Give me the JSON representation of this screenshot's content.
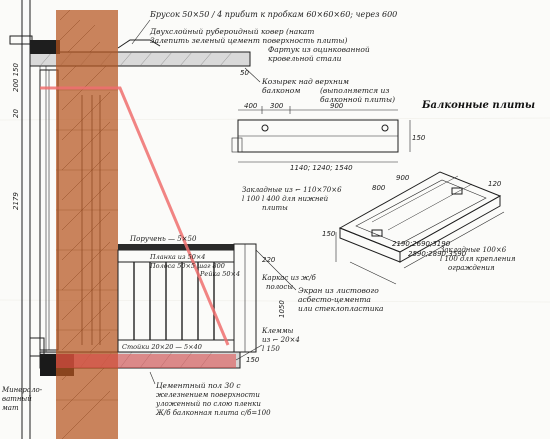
{
  "drawing": {
    "colors": {
      "wall_overlay": "#b5541f",
      "indicator_line": "#ef6e6e",
      "slab_highlight": "#e04a4a",
      "ink": "#1f1f1f",
      "paper": "#fbfbf9"
    },
    "top_notes": {
      "n1": "Брусок 50×50 / 4 прибит к пробкам 60×60×60; через 600",
      "n2": "Двухслойный рубероидный ковер (накат",
      "n3": "Залепить зеленый цемент поверхность плиты)",
      "n4": "Фартук из оцинкованной",
      "n5": "кровельной стали"
    },
    "dim_top_plate": "50",
    "canopy_notes": {
      "line1": "Козырек над верхним",
      "line2": "балконом",
      "line3": "(выполняется из",
      "line4": "балконной плиты)"
    },
    "plates_title": "Балконные плиты",
    "plate_dims": {
      "top": [
        "400",
        "300",
        "900"
      ],
      "bottom": "1140; 1240; 1540",
      "side": "150"
    },
    "plate_notes": {
      "p1": "Закладные из ⌐ 110×70×6",
      "p2": "l 100 l 400 для нижней",
      "p3": "плиты"
    },
    "iso_dims": {
      "a": "800",
      "b": "900",
      "c": "2190;2690;3190",
      "d": "2590;2890;3590",
      "e": "150",
      "f": "120"
    },
    "iso_notes": {
      "z1": "Закладные 100×6",
      "z2": "l 100 для крепления",
      "z3": "ограждения"
    },
    "left_dims": {
      "d1": "2179",
      "d2": "200 150",
      "d3": "20"
    },
    "railing_labels": {
      "handrail": "Поручень — 5×50",
      "bar_strip": "Планка из 50×4",
      "post": "Полоса 50×5 шаг 800",
      "rail": "Рейка 50×4",
      "bottom": "Стойки 20×20 — 5×40"
    },
    "railing_side_notes": {
      "s1": "220",
      "s2": "Каркас из ж/б",
      "s3": "полосы",
      "s4": "1050"
    },
    "screen_note": {
      "l1": "Экран из листового",
      "l2": "асбесто-цемента",
      "l3": "или стеклопластика"
    },
    "clamp_note": {
      "l1": "Клеммы",
      "l2": "из ⌐ 20×4",
      "l3": "l 150"
    },
    "bottom_notes": {
      "b1": "Цементный пол 30 с",
      "b2": "железнением поверхности",
      "b3": "уложенный по слою пленки",
      "b4": "Ж/б балконная плита с/б=100"
    },
    "left_bottom_note": {
      "l1": "Минерало-",
      "l2": "ватный",
      "l3": "мат"
    },
    "dim_bottom": "150"
  }
}
